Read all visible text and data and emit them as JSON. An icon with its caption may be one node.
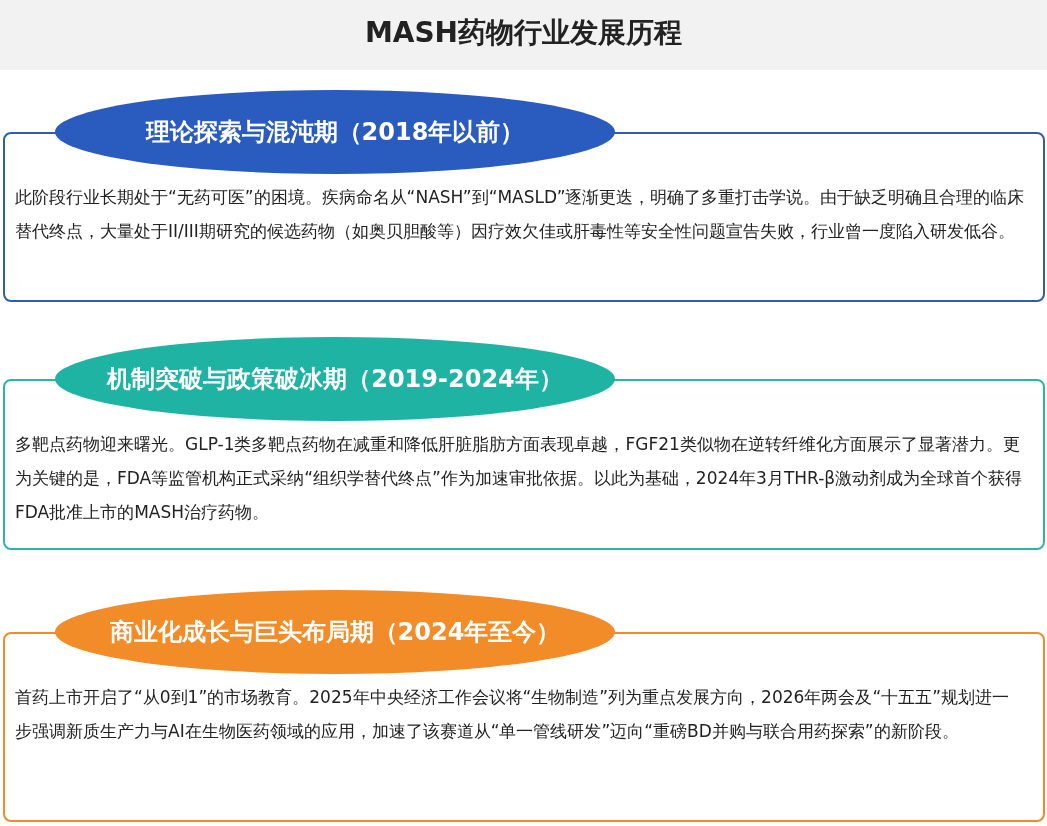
{
  "diagram": {
    "title": "MASH药物行业发展历程",
    "nodes": [
      {
        "text": [
          "理论探索与混沌期（2018年以前）",
          "此阶段行业长期处于“无药可医”的困境。疾病命名从“NASH”到“MASLD”逐渐更迭，明确了多重打击学说。由于缺乏明确且合理的临床替代终点，大量处于II/III期研究的候选药物（如奥贝胆酸等）因疗效欠佳或肝毒性等安全性问题宣告失败，行业曾一度陷入研发低谷。"
        ]
      },
      {
        "text": [
          "机制突破与政策破冰期（2019-2024年）",
          "多靶点药物迎来曙光。GLP-1类多靶点药物在减重和降低肝脏脂肪方面表现卓越，FGF21类似物在逆转纤维化方面展示了显著潜力。更为关键的是，FDA等监管机构正式采纳“组织学替代终点”作为加速审批依据。以此为基础，2024年3月THR-β激动剂成为全球首个获得FDA批准上市的MASH治疗药物。"
        ]
      },
      {
        "text": [
          "商业化成长与巨头布局期（2024年至今）",
          "首药上市开启了“从0到1”的市场教育。2025年中央经济工作会议将“生物制造”列为重点发展方向，2026年两会及“十五五”规划进一步强调新质生产力与AI在生物医药领域的应用，加速了该赛道从“单一管线研发”迈向“重磅BD并购与联合用药探索”的新阶段。"
        ]
      }
    ],
    "edges": []
  }
}
